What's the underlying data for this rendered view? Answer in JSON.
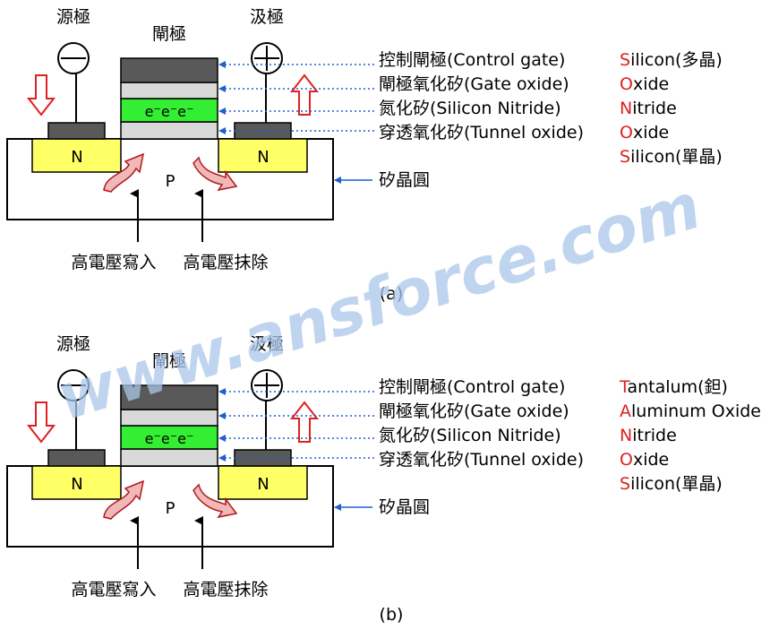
{
  "panels": [
    {
      "source_label": "源極",
      "gate_label": "閘極",
      "drain_label": "汲極",
      "n_left": "N",
      "n_right": "N",
      "p_label": "P",
      "electrons": "e⁻e⁻e⁻",
      "program_label": "高電壓寫入",
      "erase_label": "高電壓抹除",
      "wafer_label": "矽晶圓",
      "caption": "(a)",
      "layers": [
        {
          "label": "控制閘極(Control gate)",
          "initial": "S",
          "rest": "ilicon(多晶)"
        },
        {
          "label": "閘極氧化矽(Gate oxide)",
          "initial": "O",
          "rest": "xide"
        },
        {
          "label": "氮化矽(Silicon Nitride)",
          "initial": "N",
          "rest": "itride"
        },
        {
          "label": "穿透氧化矽(Tunnel oxide)",
          "initial": "O",
          "rest": "xide"
        }
      ],
      "substrate": {
        "initial": "S",
        "rest": "ilicon(單晶)"
      }
    },
    {
      "source_label": "源極",
      "gate_label": "閘極",
      "drain_label": "汲極",
      "n_left": "N",
      "n_right": "N",
      "p_label": "P",
      "electrons": "e⁻e⁻e⁻",
      "program_label": "高電壓寫入",
      "erase_label": "高電壓抹除",
      "wafer_label": "矽晶圓",
      "caption": "(b)",
      "layers": [
        {
          "label": "控制閘極(Control gate)",
          "initial": "T",
          "rest": "antalum(鉭)"
        },
        {
          "label": "閘極氧化矽(Gate oxide)",
          "initial": "A",
          "rest": "luminum Oxide"
        },
        {
          "label": "氮化矽(Silicon Nitride)",
          "initial": "N",
          "rest": "itride"
        },
        {
          "label": "穿透氧化矽(Tunnel oxide)",
          "initial": "O",
          "rest": "xide"
        }
      ],
      "substrate": {
        "initial": "S",
        "rest": "ilicon(單晶)"
      }
    }
  ],
  "watermark": "www.ansforce.com",
  "colors": {
    "n_region": "#ffff66",
    "nitride": "#33ee33",
    "control_gate": "#595959",
    "oxide": "#d9d9d9",
    "contact": "#595959",
    "initial_letter": "#e02020",
    "pointer": "#1f5fd0",
    "watermark": "#a9c6e8"
  }
}
